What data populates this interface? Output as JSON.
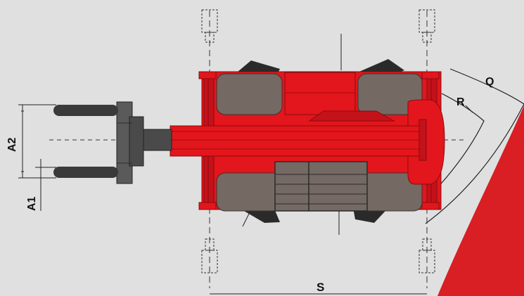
{
  "diagram": {
    "labels": {
      "a1": "A1",
      "a2": "A2",
      "r": "R",
      "q": "Q",
      "s": "S"
    },
    "colors": {
      "background": "#e0e0e0",
      "body_red": "#e2161c",
      "body_red_dark": "#b40f14",
      "tire_grey": "#756964",
      "fork_dark": "#3a3a3a",
      "carriage": "#5a5a5a",
      "dim_line": "#222222",
      "corner_swoosh": "#d91e24"
    }
  }
}
